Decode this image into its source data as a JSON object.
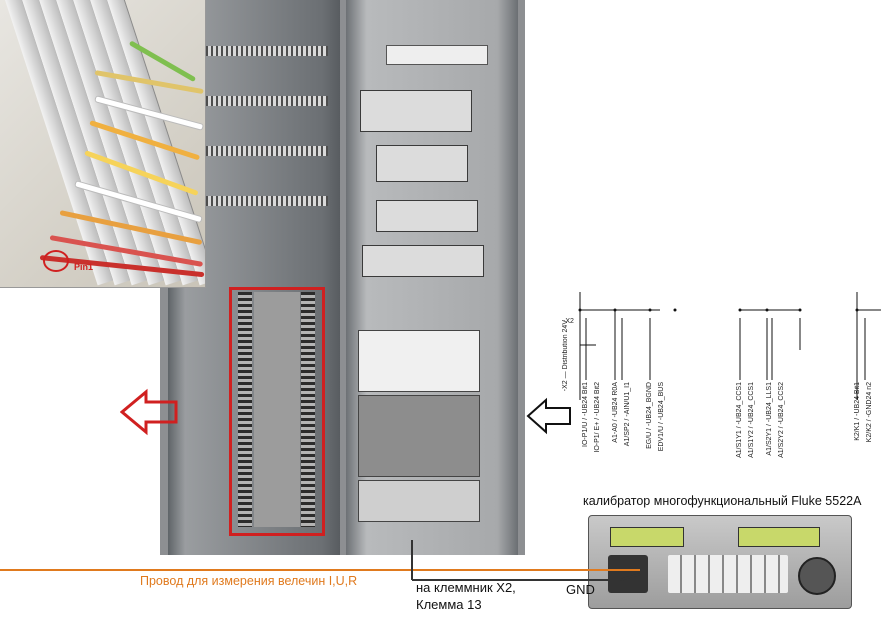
{
  "inset": {
    "pin_label": "Pin1"
  },
  "cable_label": "Провод для измерения велечин I,U,R",
  "terminal_label_line1": "на клеммник X2,",
  "terminal_label_line2": "Клемма 13",
  "gnd_label": "GND",
  "calibrator_label": "калибратор многофункциональный Fluke 5522A",
  "schematic": {
    "header": "-X2 — Distribution 24V",
    "terminal_ref": "-X2",
    "group1_labels": [
      "IO-P1/U / -UB24 Bit1",
      "IO-P1/ E+ / -UB24 Bit2",
      "A1-A0 / -UB24 R0A",
      "A1/SP2 / -AIN/U1_I1",
      "EG/U / -UB24_BGND",
      "EDV1/U / -UB24_BUS"
    ],
    "group2_labels": [
      "A1/S1Y1 / -UB24_CCS1",
      "A1/S1Y2 / -UB24_CCS1",
      "A1/S2Y1 / -UB24_LLS1",
      "A1/S2Y2 / -UB24_CCS2"
    ],
    "group3_labels": [
      "K2/K1 / -UB24 Bit1",
      "K2/K2 / -GND24 n2"
    ]
  },
  "colors": {
    "highlight": "#d02020",
    "cable": "#e07a1e",
    "cable_text": "#e07a1e"
  }
}
